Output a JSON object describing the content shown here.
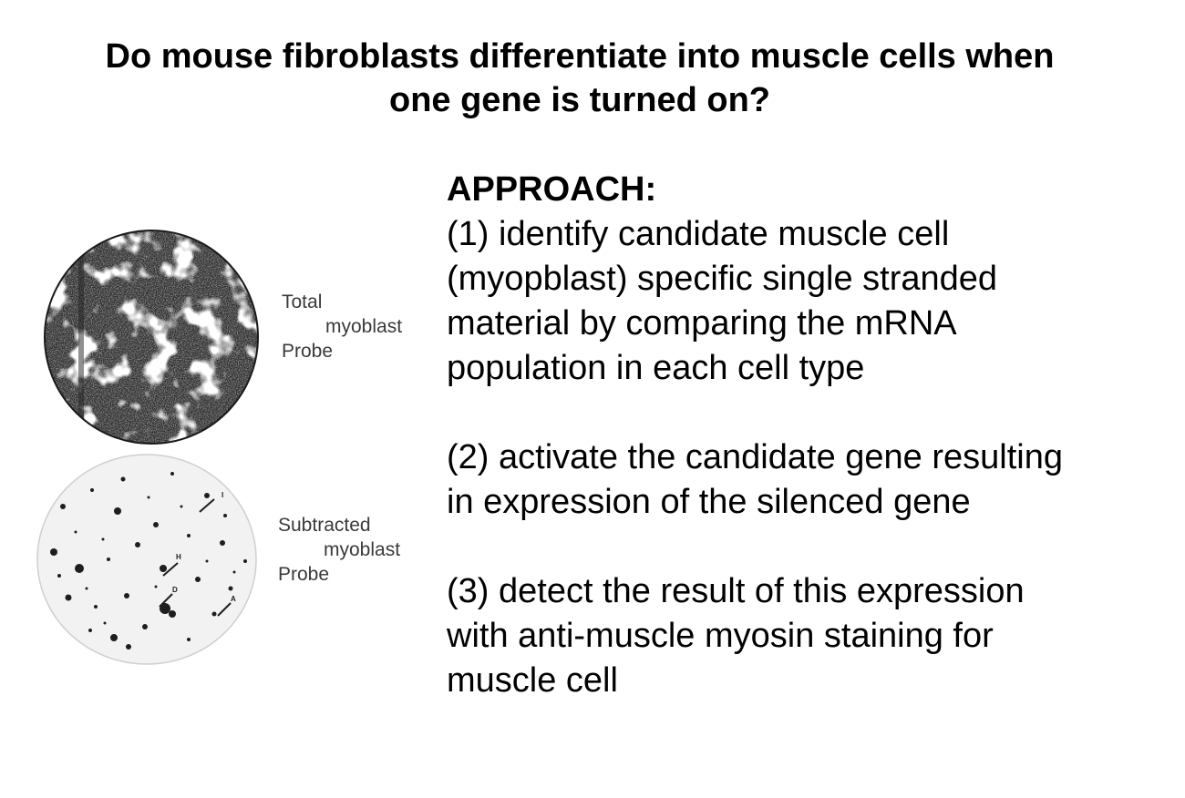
{
  "slide": {
    "title_line1": "Do mouse fibroblasts differentiate into muscle cells when",
    "title_line2": "one gene is turned on?"
  },
  "figure": {
    "top_label": {
      "line1": "Total",
      "line2": "myoblast",
      "line3": "Probe"
    },
    "bottom_label": {
      "line1": "Subtracted",
      "line2": "myoblast",
      "line3": "Probe"
    },
    "markers": [
      "I",
      "H",
      "D",
      "A"
    ]
  },
  "approach": {
    "heading": "APPROACH:",
    "step1": "(1) identify candidate muscle cell\n(myopblast) specific single stranded\nmaterial by comparing the mRNA\npopulation in each cell type",
    "step2": "(2) activate the candidate gene resulting\nin expression of the silenced gene",
    "step3": "(3) detect the result of this expression\nwith anti-muscle myosin staining for\nmuscle cell"
  }
}
